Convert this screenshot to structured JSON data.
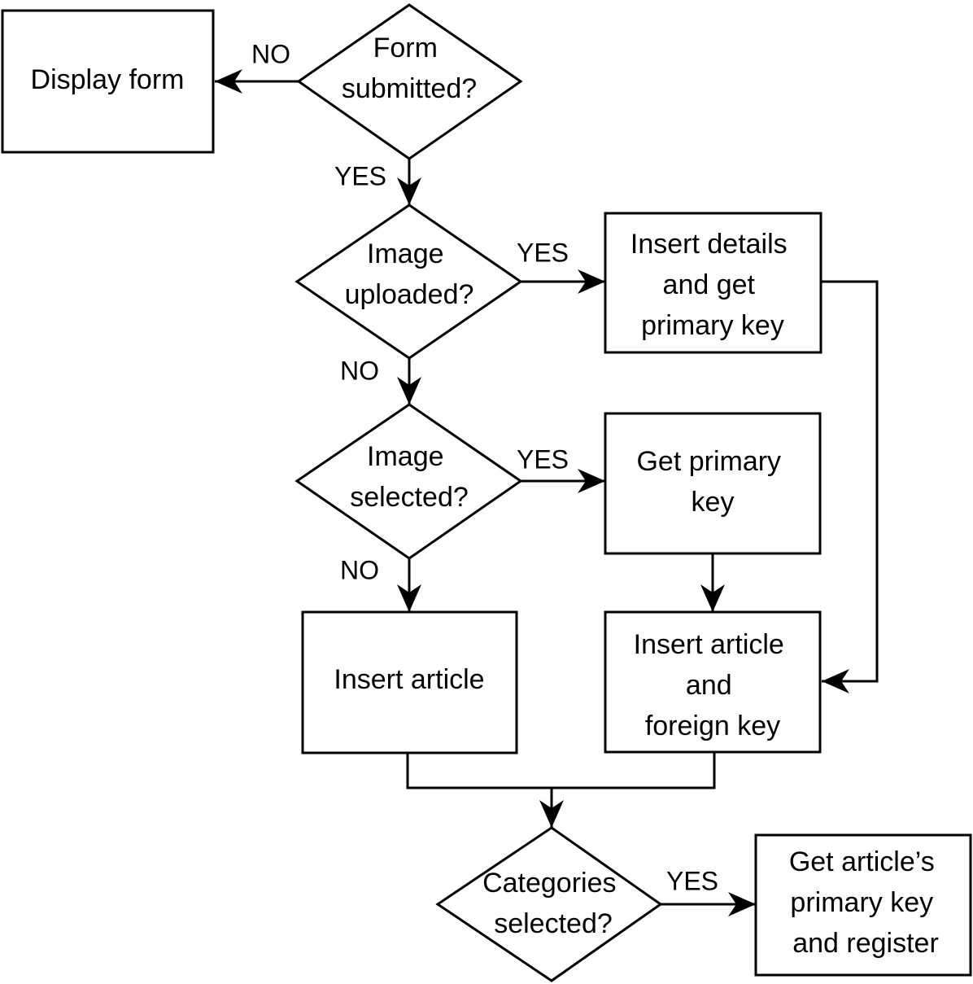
{
  "nodes": {
    "display_form": {
      "lines": [
        "Display form"
      ]
    },
    "form_submitted": {
      "lines": [
        "Form",
        "submitted?"
      ]
    },
    "image_uploaded": {
      "lines": [
        "Image",
        "uploaded?"
      ]
    },
    "insert_details": {
      "lines": [
        "Insert details",
        "and get",
        "primary key"
      ]
    },
    "image_selected": {
      "lines": [
        "Image",
        "selected?"
      ]
    },
    "get_primary_key": {
      "lines": [
        "Get primary",
        "key"
      ]
    },
    "insert_article": {
      "lines": [
        "Insert article"
      ]
    },
    "insert_article_fk": {
      "lines": [
        "Insert article",
        "and",
        "foreign key"
      ]
    },
    "categories_selected": {
      "lines": [
        "Categories",
        "selected?"
      ]
    },
    "get_article_pk": {
      "lines": [
        "Get article’s",
        "primary key",
        "and register"
      ]
    }
  },
  "labels": {
    "form_no": "NO",
    "form_yes": "YES",
    "uploaded_yes": "YES",
    "uploaded_no": "NO",
    "selected_yes": "YES",
    "selected_no": "NO",
    "categories_yes": "YES"
  },
  "colors": {
    "stroke": "#000000",
    "fill": "#ffffff"
  }
}
